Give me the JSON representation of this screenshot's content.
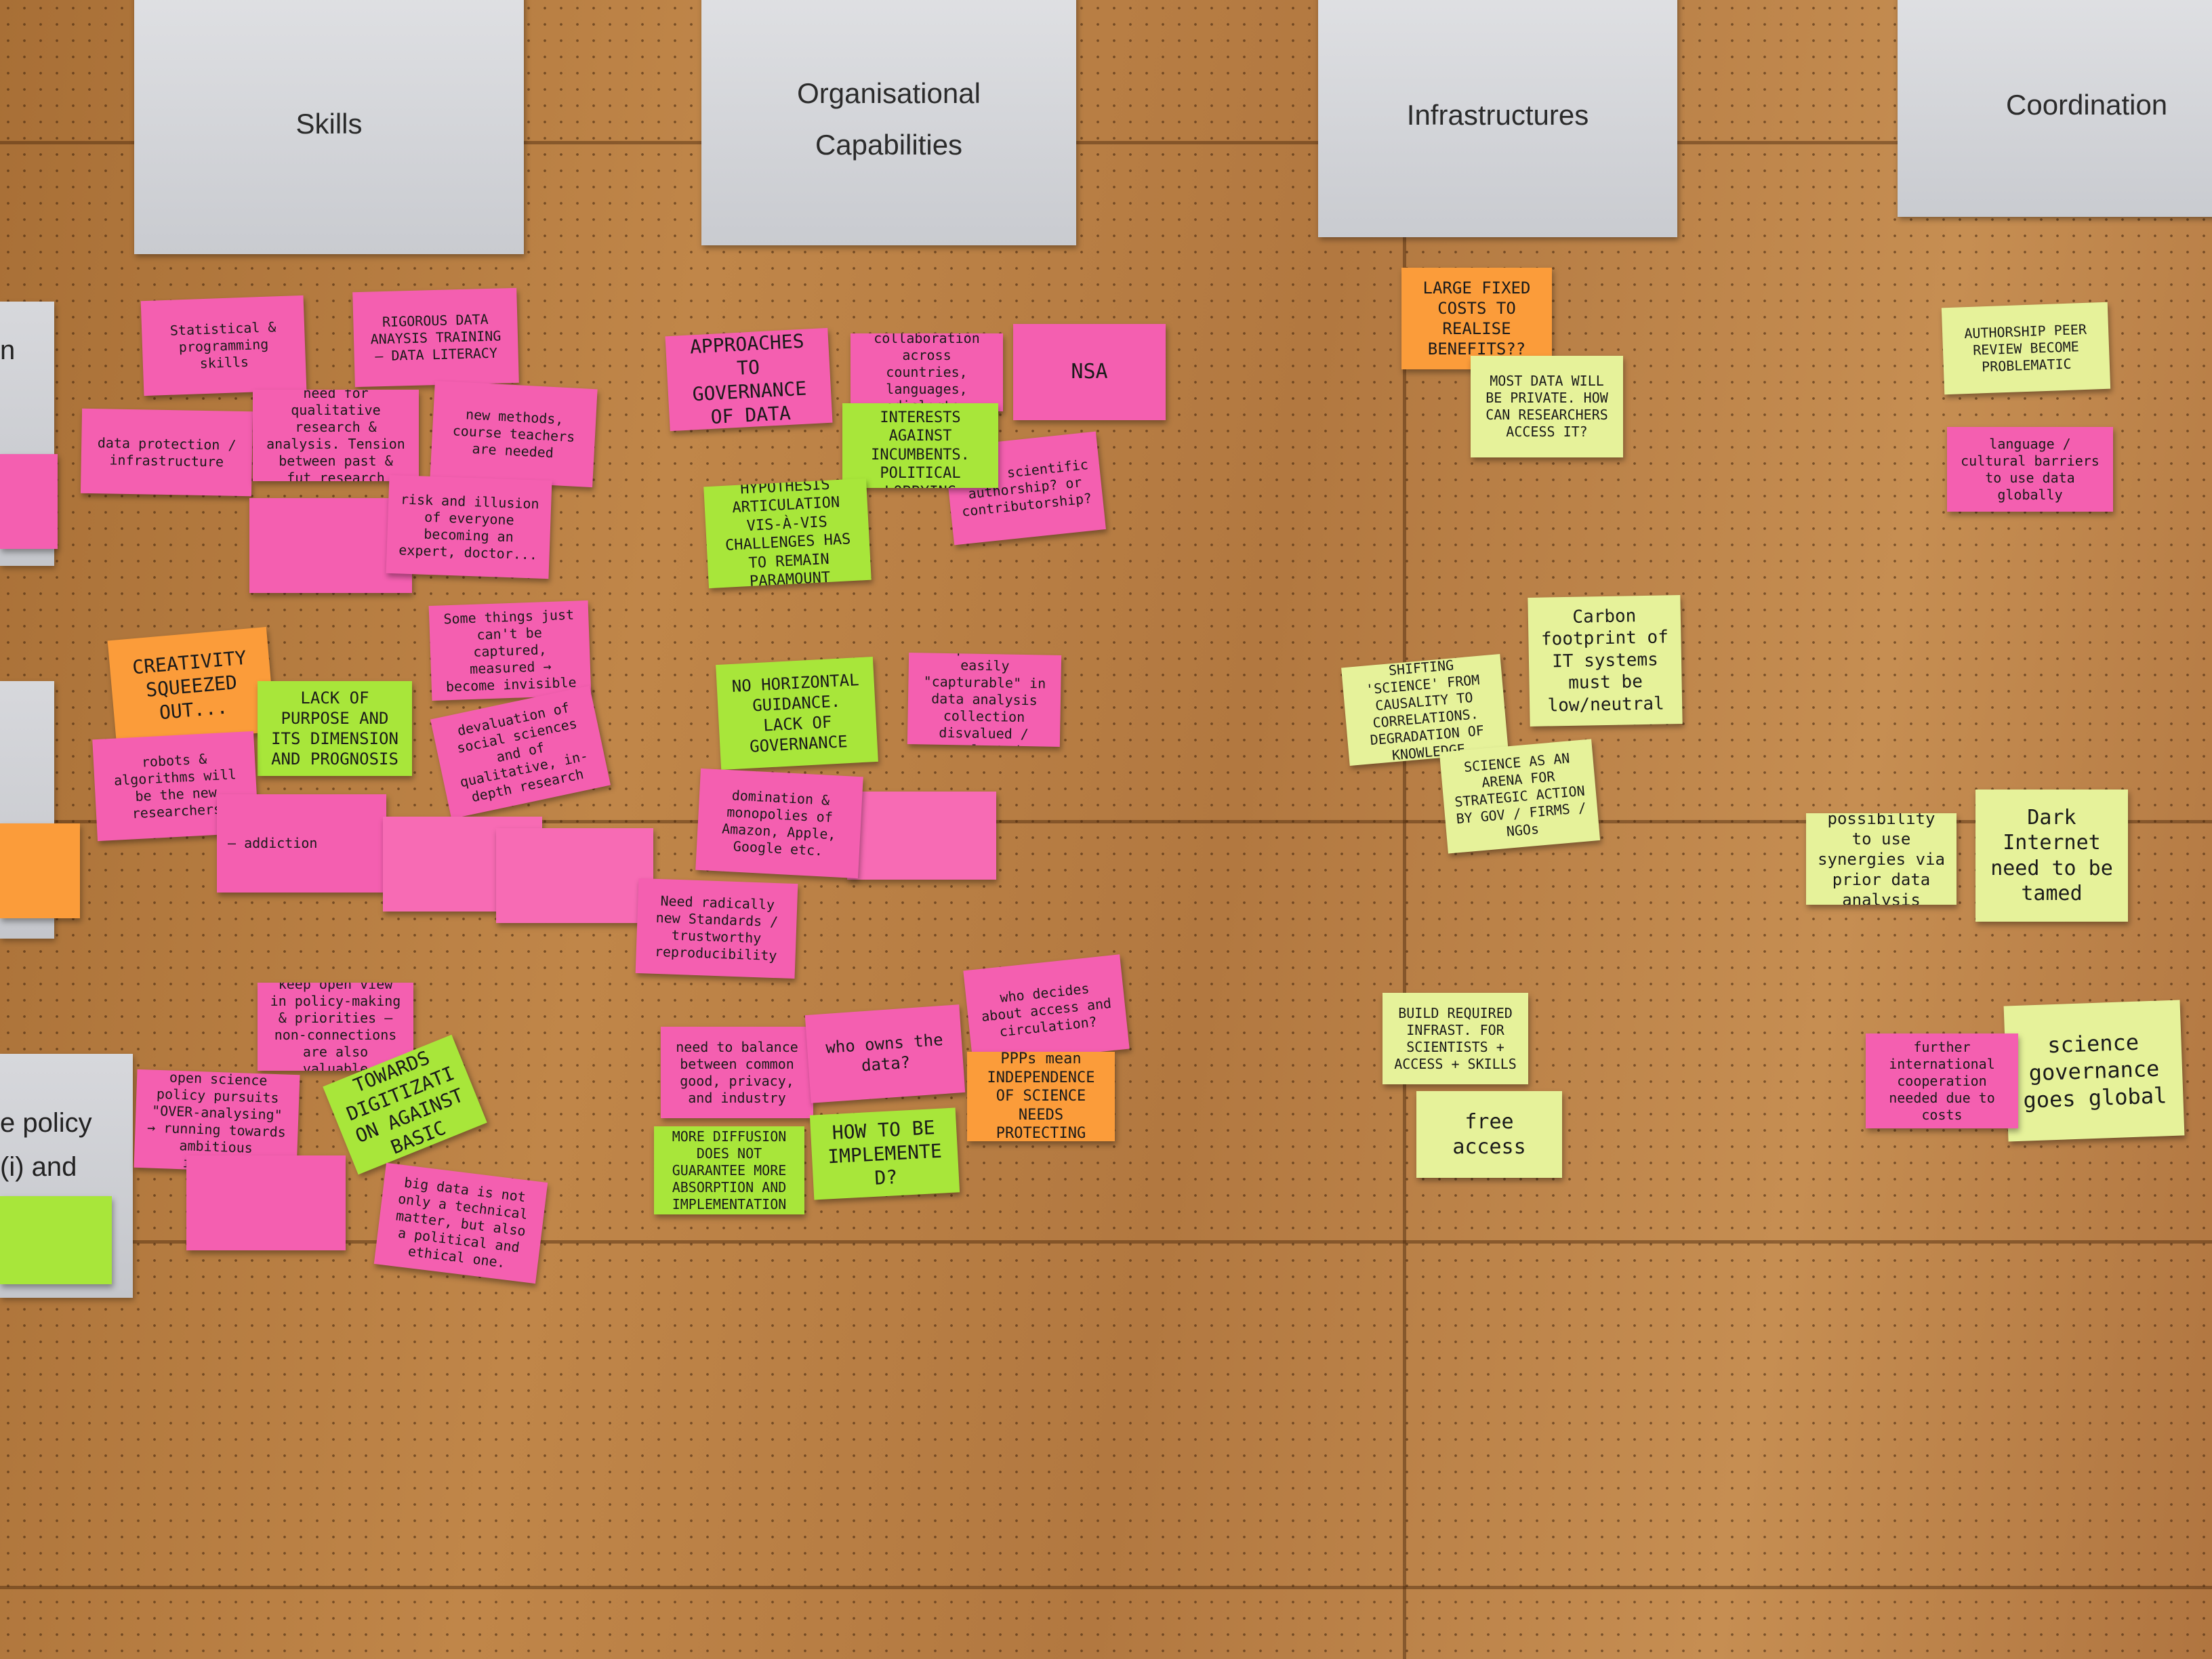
{
  "headers": {
    "skills": "Skills",
    "organisational_line1": "Organisational",
    "organisational_line2": "Capabilities",
    "infrastructures": "Infrastructures",
    "coordination": "Coordination"
  },
  "side_labels": {
    "left_fragment_top": "n",
    "left_policy_line1": "e policy",
    "left_policy_line2": "(i) and"
  },
  "notes": {
    "statistical": "Statistical & programming skills",
    "rigorous": "RIGOROUS DATA ANAYSIS TRAINING – DATA LITERACY",
    "data_protection": "data protection / infrastructure",
    "qualitative": "need for qualitative research & analysis. Tension between past & fut research",
    "new_methods": "new methods, course teachers are needed",
    "risk_illusion": "risk and illusion of everyone becoming an expert, doctor...",
    "some_things": "Some things just can't be captured, measured → become invisible",
    "creativity": "CREATIVITY SQUEEZED OUT...",
    "lack_purpose": "LACK OF PURPOSE AND ITS DIMENSION AND PROGNOSIS",
    "robots": "robots & algorithms will be the new researchers",
    "devaluation": "devaluation of social sciences and of qualitative, in-depth research",
    "addiction": "– addiction",
    "keep_open": "keep open view in policy-making & priorities – non-connections are also valuable",
    "open_science": "open science policy pursuits \"OVER-analysing\" → running towards ambitious insights",
    "bias": "BIAS TOWARDS DIGITIZATION AGAINST BASIC SCIENCE",
    "big_data": "big data is not only a technical matter, but also a political and ethical one.",
    "need_new_approaches": "NEED NEW APPROACHES TO GOVERNANCE OF DATA ACCESS",
    "collaboration": "collaboration across countries, languages, dialects",
    "nsa": "NSA",
    "clash": "CLASH OF INTERESTS AGAINST INCUMBENTS. POLITICAL LOBBYING",
    "value_authorship": "value scientific authorship? or contributorship?",
    "hypothesis": "HYPOTHESIS ARTICULATION VIS-À-VIS CHALLENGES HAS TO REMAIN PARAMOUNT",
    "no_horizontal": "NO HORIZONTAL GUIDANCE. LACK OF GOVERNANCE",
    "topics_lost": "topics lost easily \"capturable\" in data analysis collection disvalued / neglected",
    "domination": "domination & monopolies of Amazon, Apple, Google etc.",
    "need_radically": "Need radically new Standards / trustworthy reproducibility",
    "need_balance": "need to balance between common good, privacy, and industry",
    "who_owns": "who owns the data?",
    "who_decides": "who decides about access and circulation?",
    "ppps": "PPPs mean INDEPENDENCE OF SCIENCE NEEDS PROTECTING",
    "more_diffusion": "MORE DIFFUSION DOES NOT GUARANTEE MORE ABSORPTION AND IMPLEMENTATION",
    "how_to_be": "HOW TO BE IMPLEMENTED?",
    "large_fixed": "LARGE FIXED COSTS TO REALISE BENEFITS??",
    "most_data": "MOST DATA WILL BE PRIVATE. HOW CAN RESEARCHERS ACCESS IT?",
    "carbon": "Carbon footprint of IT systems must be low/neutral",
    "shifting": "SHIFTING 'SCIENCE' FROM CAUSALITY TO CORRELATIONS. DEGRADATION OF KNOWLEDGE",
    "science_arena": "SCIENCE AS AN ARENA FOR STRATEGIC ACTION BY GOV / FIRMS / NGOs",
    "build_required": "BUILD REQUIRED INFRAST. FOR SCIENTISTS + ACCESS + SKILLS",
    "free_access": "free access",
    "authorship": "AUTHORSHIP PEER REVIEW BECOME PROBLEMATIC",
    "language": "language / cultural barriers to use data globally",
    "possibility": "possibility to use synergies via prior data analysis",
    "dark_internet": "Dark Internet need to be tamed",
    "further_intl": "further international cooperation needed due to costs",
    "science_gov": "science governance goes global"
  }
}
